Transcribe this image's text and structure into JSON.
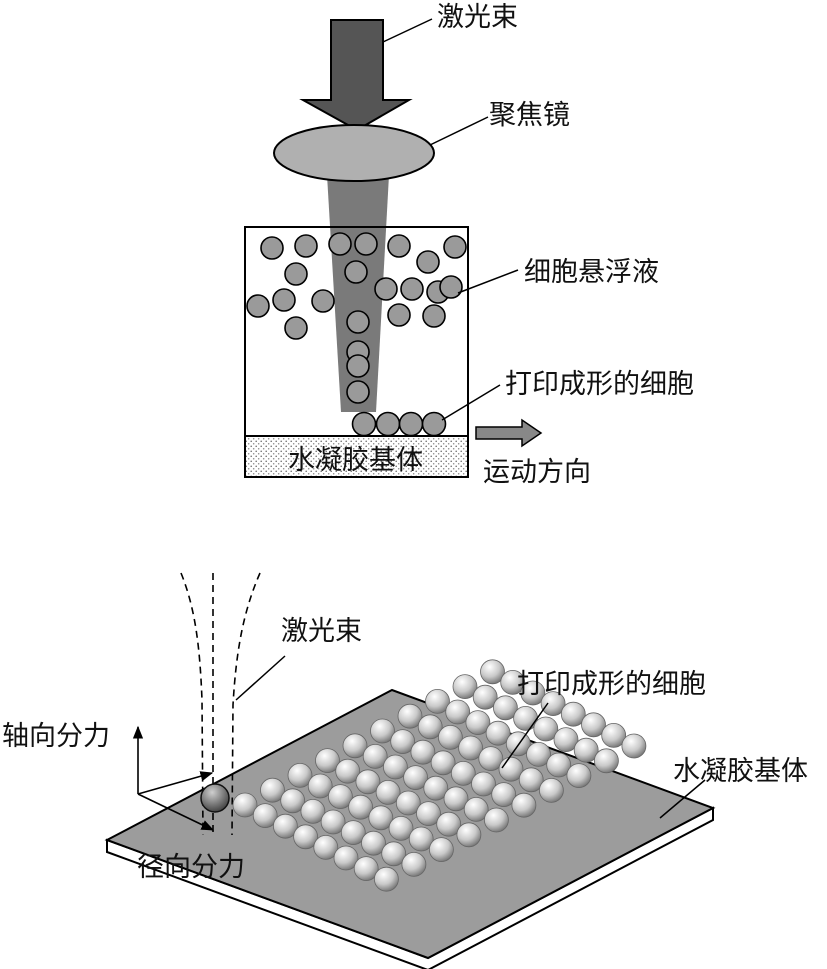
{
  "top_figure": {
    "laser_label": "激光束",
    "lens_label": "聚焦镜",
    "suspension_label": "细胞悬浮液",
    "printed_cells_label": "打印成形的细胞",
    "substrate_label": "水凝胶基体",
    "motion_label": "运动方向"
  },
  "bottom_figure": {
    "laser_label": "激光束",
    "printed_cells_label": "打印成形的细胞",
    "axial_force_label": "轴向分力",
    "radial_force_label": "径向分力",
    "substrate_label": "水凝胶基体",
    "cell_grid": {
      "rows": 8,
      "columns": 10
    }
  },
  "colors": {
    "laser_arrow": "#555555",
    "lens": "#b0b0b0",
    "beam": "#7a7a7a",
    "cell": "#9a9a9a",
    "substrate_plate": "#9c9c9c",
    "outline": "#000000"
  }
}
